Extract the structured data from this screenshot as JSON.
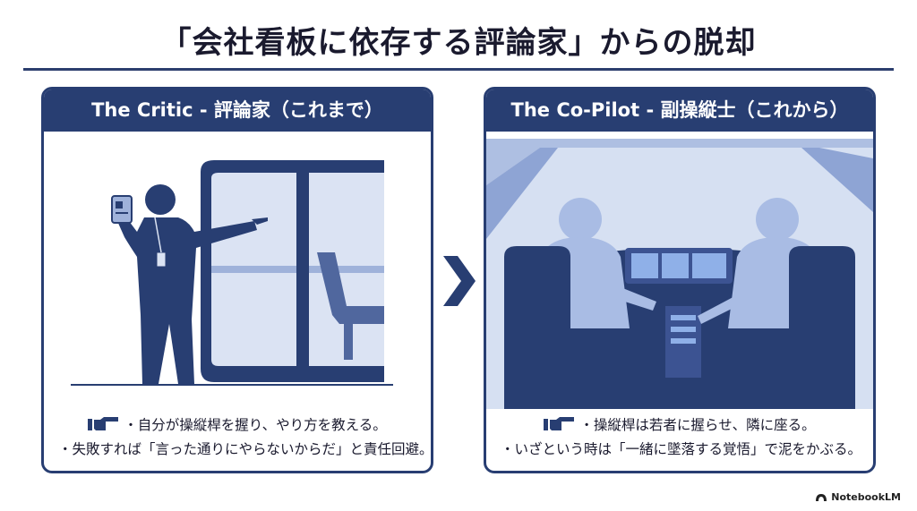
{
  "title": "「会社看板に依存する評論家」からの脱却",
  "left_panel": {
    "heading": "The Critic - 評論家（これまで）",
    "line1": "・自分が操縦桿を握り、やり方を教える。",
    "line2": "・失敗すれば「言った通りにやらないからだ」と責任回避。"
  },
  "right_panel": {
    "heading": "The Co-Pilot - 副操縦士（これから）",
    "line1": "・操縦桿は若者に握らせ、隣に座る。",
    "line2": "・いざという時は「一緒に墜落する覚悟」で泥をかぶる。"
  },
  "icons": {
    "bullet": "pointing-hand-icon",
    "transition": "chevron-right-icon",
    "brand": "notebooklm-logo-icon"
  },
  "brand": {
    "label": "NotebookLM"
  },
  "colors": {
    "navy": "#283e72",
    "light_blue": "#c9d6ee",
    "mid_blue": "#7f97c9",
    "title_text": "#1a1a2e"
  }
}
